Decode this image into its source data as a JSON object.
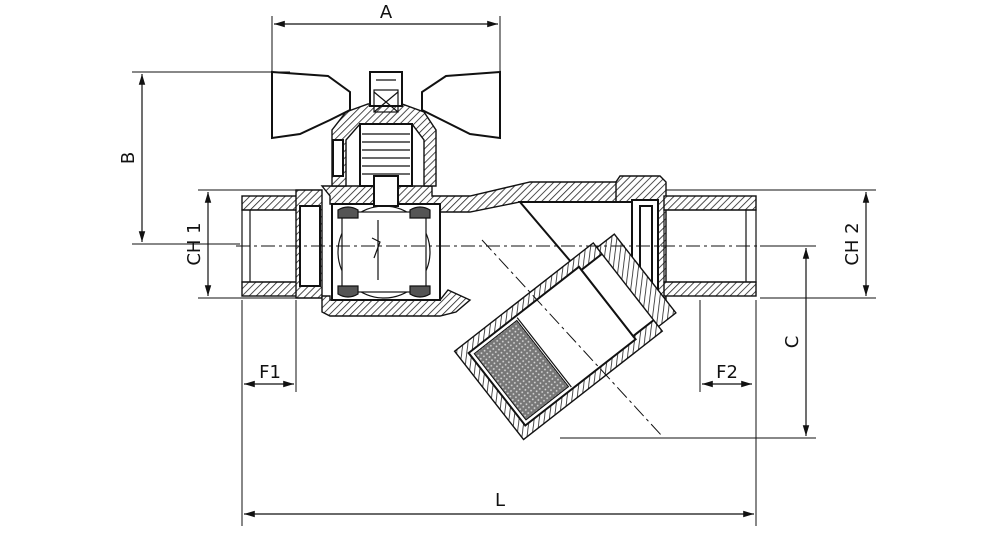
{
  "dimensions": {
    "a": "A",
    "b": "B",
    "c": "C",
    "l": "L",
    "f1": "F1",
    "f2": "F2",
    "ch1": "CH 1",
    "ch2": "CH 2"
  }
}
